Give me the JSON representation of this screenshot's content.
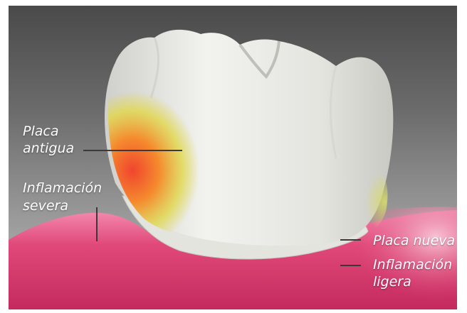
{
  "labels": {
    "old_plaque_1": "Placa",
    "old_plaque_2": "antigua",
    "severe_1": "Inflamación",
    "severe_2": "severa",
    "new_plaque": "Placa nueva",
    "light_1": "Inflamación",
    "light_2": "ligera"
  },
  "colors": {
    "background_top": "#4a4a4a",
    "background_bottom": "#b9b9b9",
    "gum": "#e0497a",
    "tooth": "#e6e6e2",
    "old_plaque": "#f26b3a",
    "new_plaque": "#d8dc6a",
    "label_text": "#ffffff",
    "leader_line": "#3a3a3a"
  }
}
